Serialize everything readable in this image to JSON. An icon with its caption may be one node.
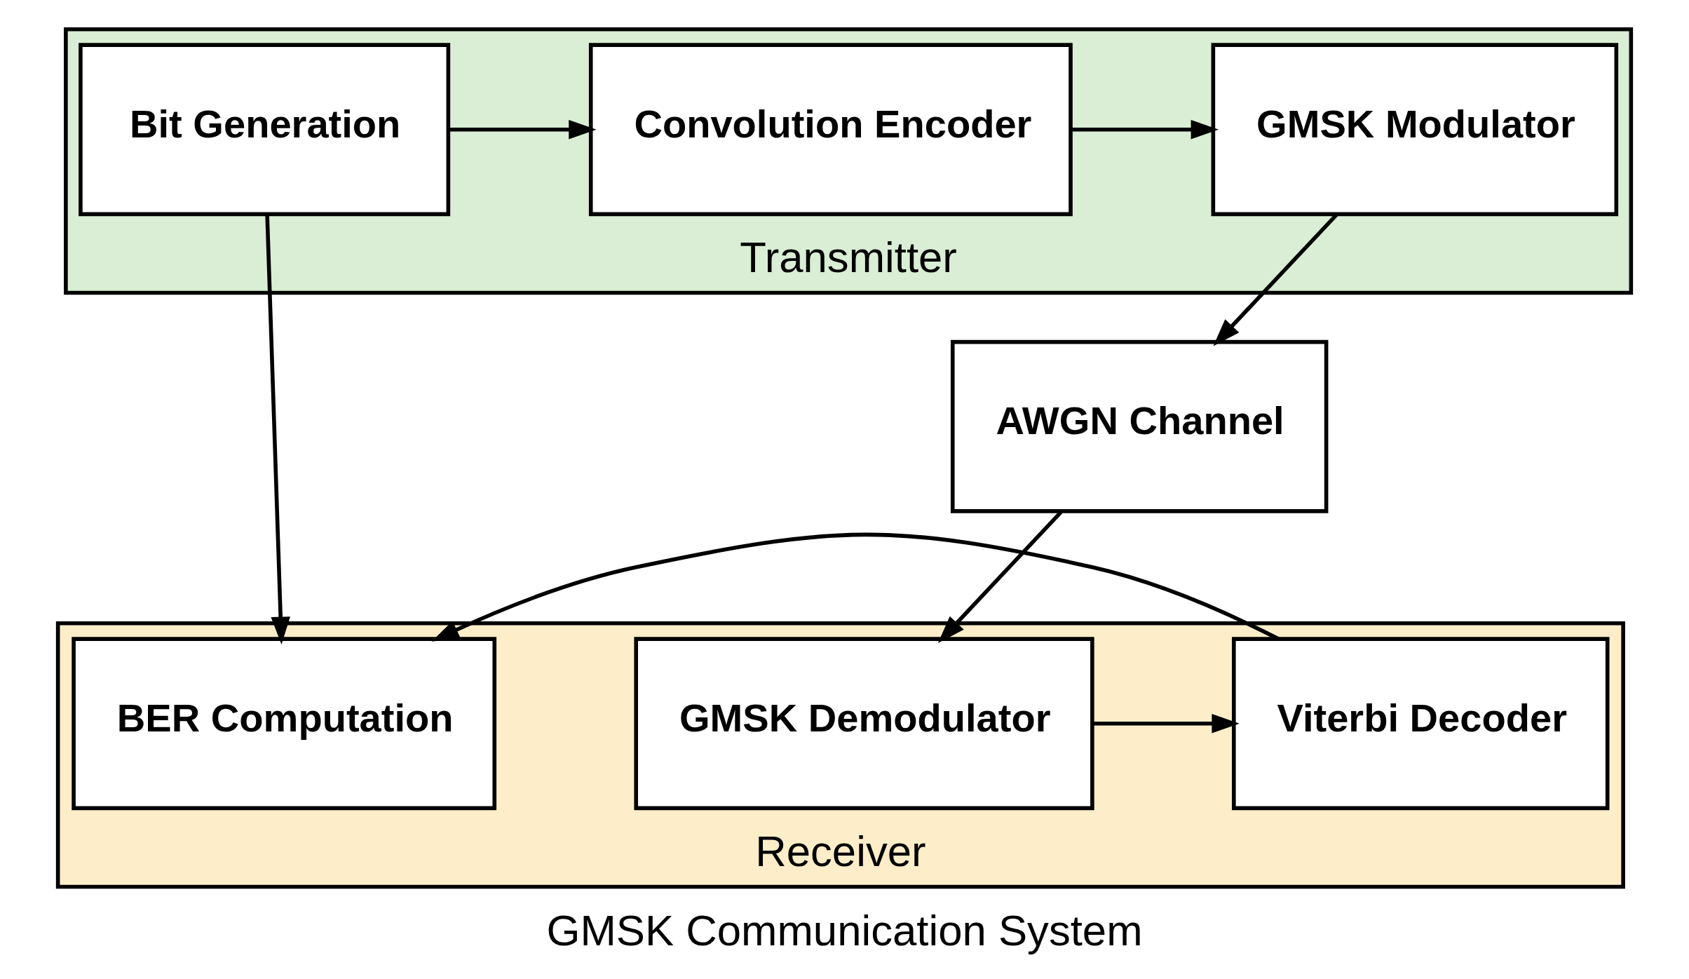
{
  "diagram": {
    "caption": "GMSK Communication System",
    "nodes": [
      {
        "text": [
          "Transmitter"
        ]
      },
      {
        "text": [
          "Bit Generation"
        ],
        "in": 0
      },
      {
        "text": [
          "Convolution Encoder"
        ],
        "in": 0
      },
      {
        "text": [
          "GMSK Modulator"
        ],
        "in": 0
      },
      {
        "text": [
          "AWGN Channel"
        ]
      },
      {
        "text": [
          "Receiver"
        ]
      },
      {
        "text": [
          "BER Computation"
        ],
        "in": 5
      },
      {
        "text": [
          "Viterbi Decoder"
        ],
        "in": 5
      },
      {
        "text": [
          "GMSK Demodulator"
        ],
        "in": 5
      }
    ],
    "edges": [
      {
        "from": 1,
        "to": 2,
        "arrow": "to"
      },
      {
        "from": 2,
        "to": 3,
        "arrow": "to"
      },
      {
        "from": 3,
        "to": 4,
        "arrow": "to"
      },
      {
        "from": 4,
        "to": 8,
        "arrow": "to"
      },
      {
        "from": 8,
        "to": 7,
        "arrow": "to"
      },
      {
        "from": 7,
        "to": 6,
        "arrow": "to"
      },
      {
        "from": 1,
        "to": 6,
        "arrow": "to"
      }
    ]
  }
}
